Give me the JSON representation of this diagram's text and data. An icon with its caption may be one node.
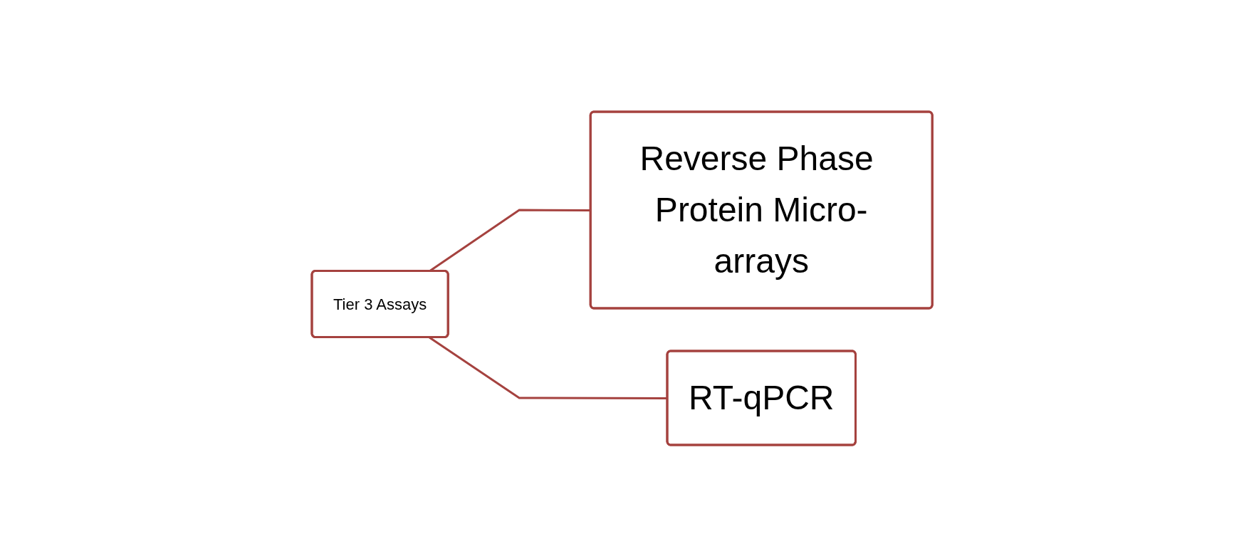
{
  "diagram": {
    "nodes": [
      {
        "text": [
          "Tier 3 Assays"
        ]
      },
      {
        "text": [
          "Reverse Phase Protein Micro-arrays"
        ]
      },
      {
        "text": [
          "RT-qPCR"
        ]
      }
    ],
    "edges": [
      {
        "from": 0,
        "to": 1,
        "arrow": "none"
      },
      {
        "from": 0,
        "to": 2,
        "arrow": "none"
      }
    ]
  }
}
